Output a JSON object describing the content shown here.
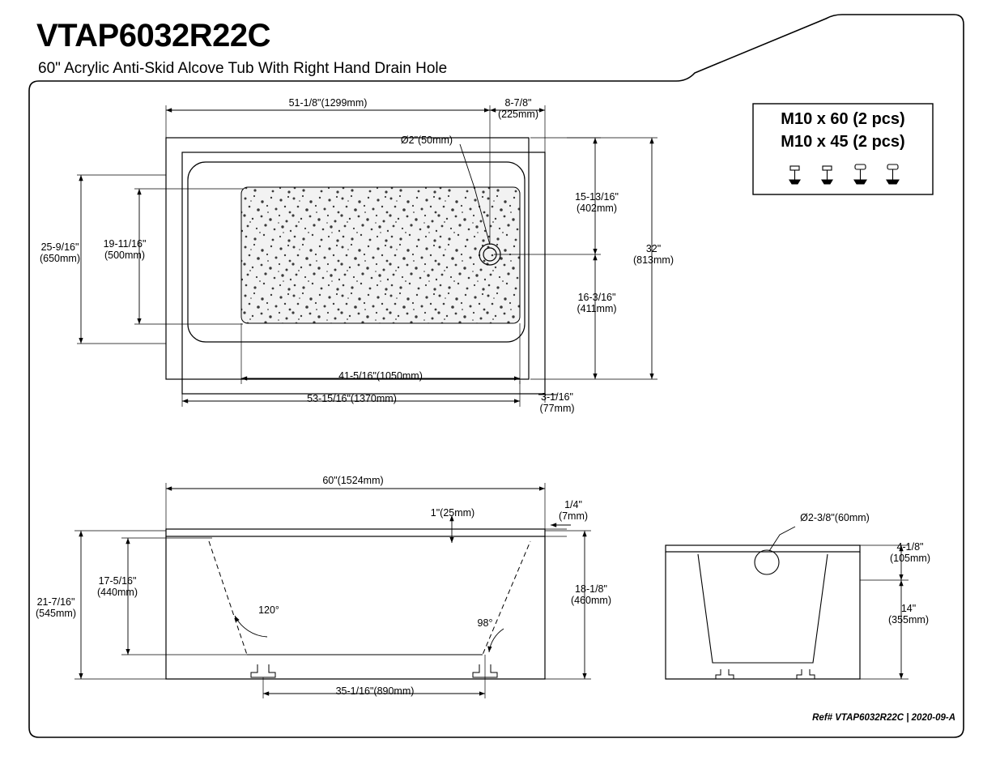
{
  "header": {
    "title": "VTAP6032R22C",
    "subtitle": "60\" Acrylic Anti-Skid Alcove Tub With Right Hand Drain Hole"
  },
  "hardware_box": {
    "line1": "M10 x 60 (2 pcs)",
    "line2": "M10 x 45 (2 pcs)"
  },
  "footer": {
    "ref": "Ref# VTAP6032R22C | 2020-09-A"
  },
  "dimensions": {
    "top_view": {
      "d_top_width": "51-1/8\"(1299mm)",
      "d_top_right_offset": "8-7/8\"\n(225mm)",
      "d_drain_dia": "Ø2\"(50mm)",
      "d_right_upper": "15-13/16\"\n(402mm)",
      "d_right_lower": "16-3/16\"\n(411mm)",
      "d_right_total": "32\"\n(813mm)",
      "d_left_outer": "25-9/16\"\n(650mm)",
      "d_left_inner": "19-11/16\"\n(500mm)",
      "d_bottom_inner": "41-5/16\"(1050mm)",
      "d_bottom_outer": "53-15/16\"(1370mm)",
      "d_bottom_right": "3-1/16\"\n(77mm)"
    },
    "front_view": {
      "d_width": "60\"(1524mm)",
      "d_rim": "1\"(25mm)",
      "d_rim_thickness": "1/4\"\n(7mm)",
      "d_height_outer": "21-7/16\"\n(545mm)",
      "d_height_inner": "17-5/16\"\n(440mm)",
      "d_height_right": "18-1/8\"\n(460mm)",
      "angle_left": "120°",
      "angle_right": "98°",
      "d_foot_span": "35-1/16\"(890mm)"
    },
    "side_view": {
      "d_drain_dia": "Ø2-3/8\"(60mm)",
      "d_rim_height": "4-1/8\"\n(105mm)",
      "d_height": "14\"\n(355mm)"
    }
  }
}
